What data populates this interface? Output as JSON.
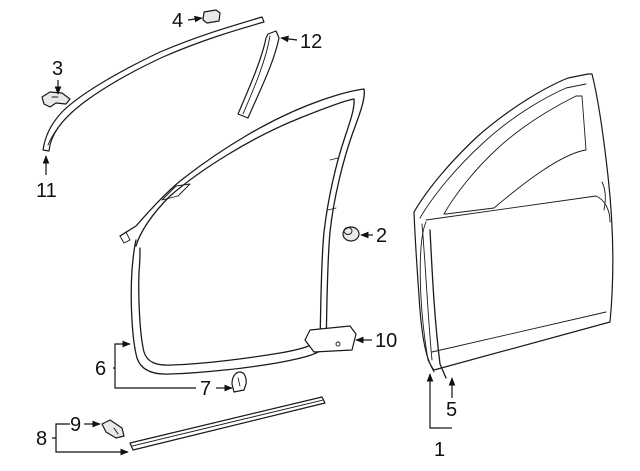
{
  "callouts": [
    {
      "id": "callout-1",
      "label": "1"
    },
    {
      "id": "callout-2",
      "label": "2"
    },
    {
      "id": "callout-3",
      "label": "3"
    },
    {
      "id": "callout-4",
      "label": "4"
    },
    {
      "id": "callout-5",
      "label": "5"
    },
    {
      "id": "callout-6",
      "label": "6"
    },
    {
      "id": "callout-7",
      "label": "7"
    },
    {
      "id": "callout-8",
      "label": "8"
    },
    {
      "id": "callout-9",
      "label": "9"
    },
    {
      "id": "callout-10",
      "label": "10"
    },
    {
      "id": "callout-11",
      "label": "11"
    },
    {
      "id": "callout-12",
      "label": "12"
    }
  ]
}
